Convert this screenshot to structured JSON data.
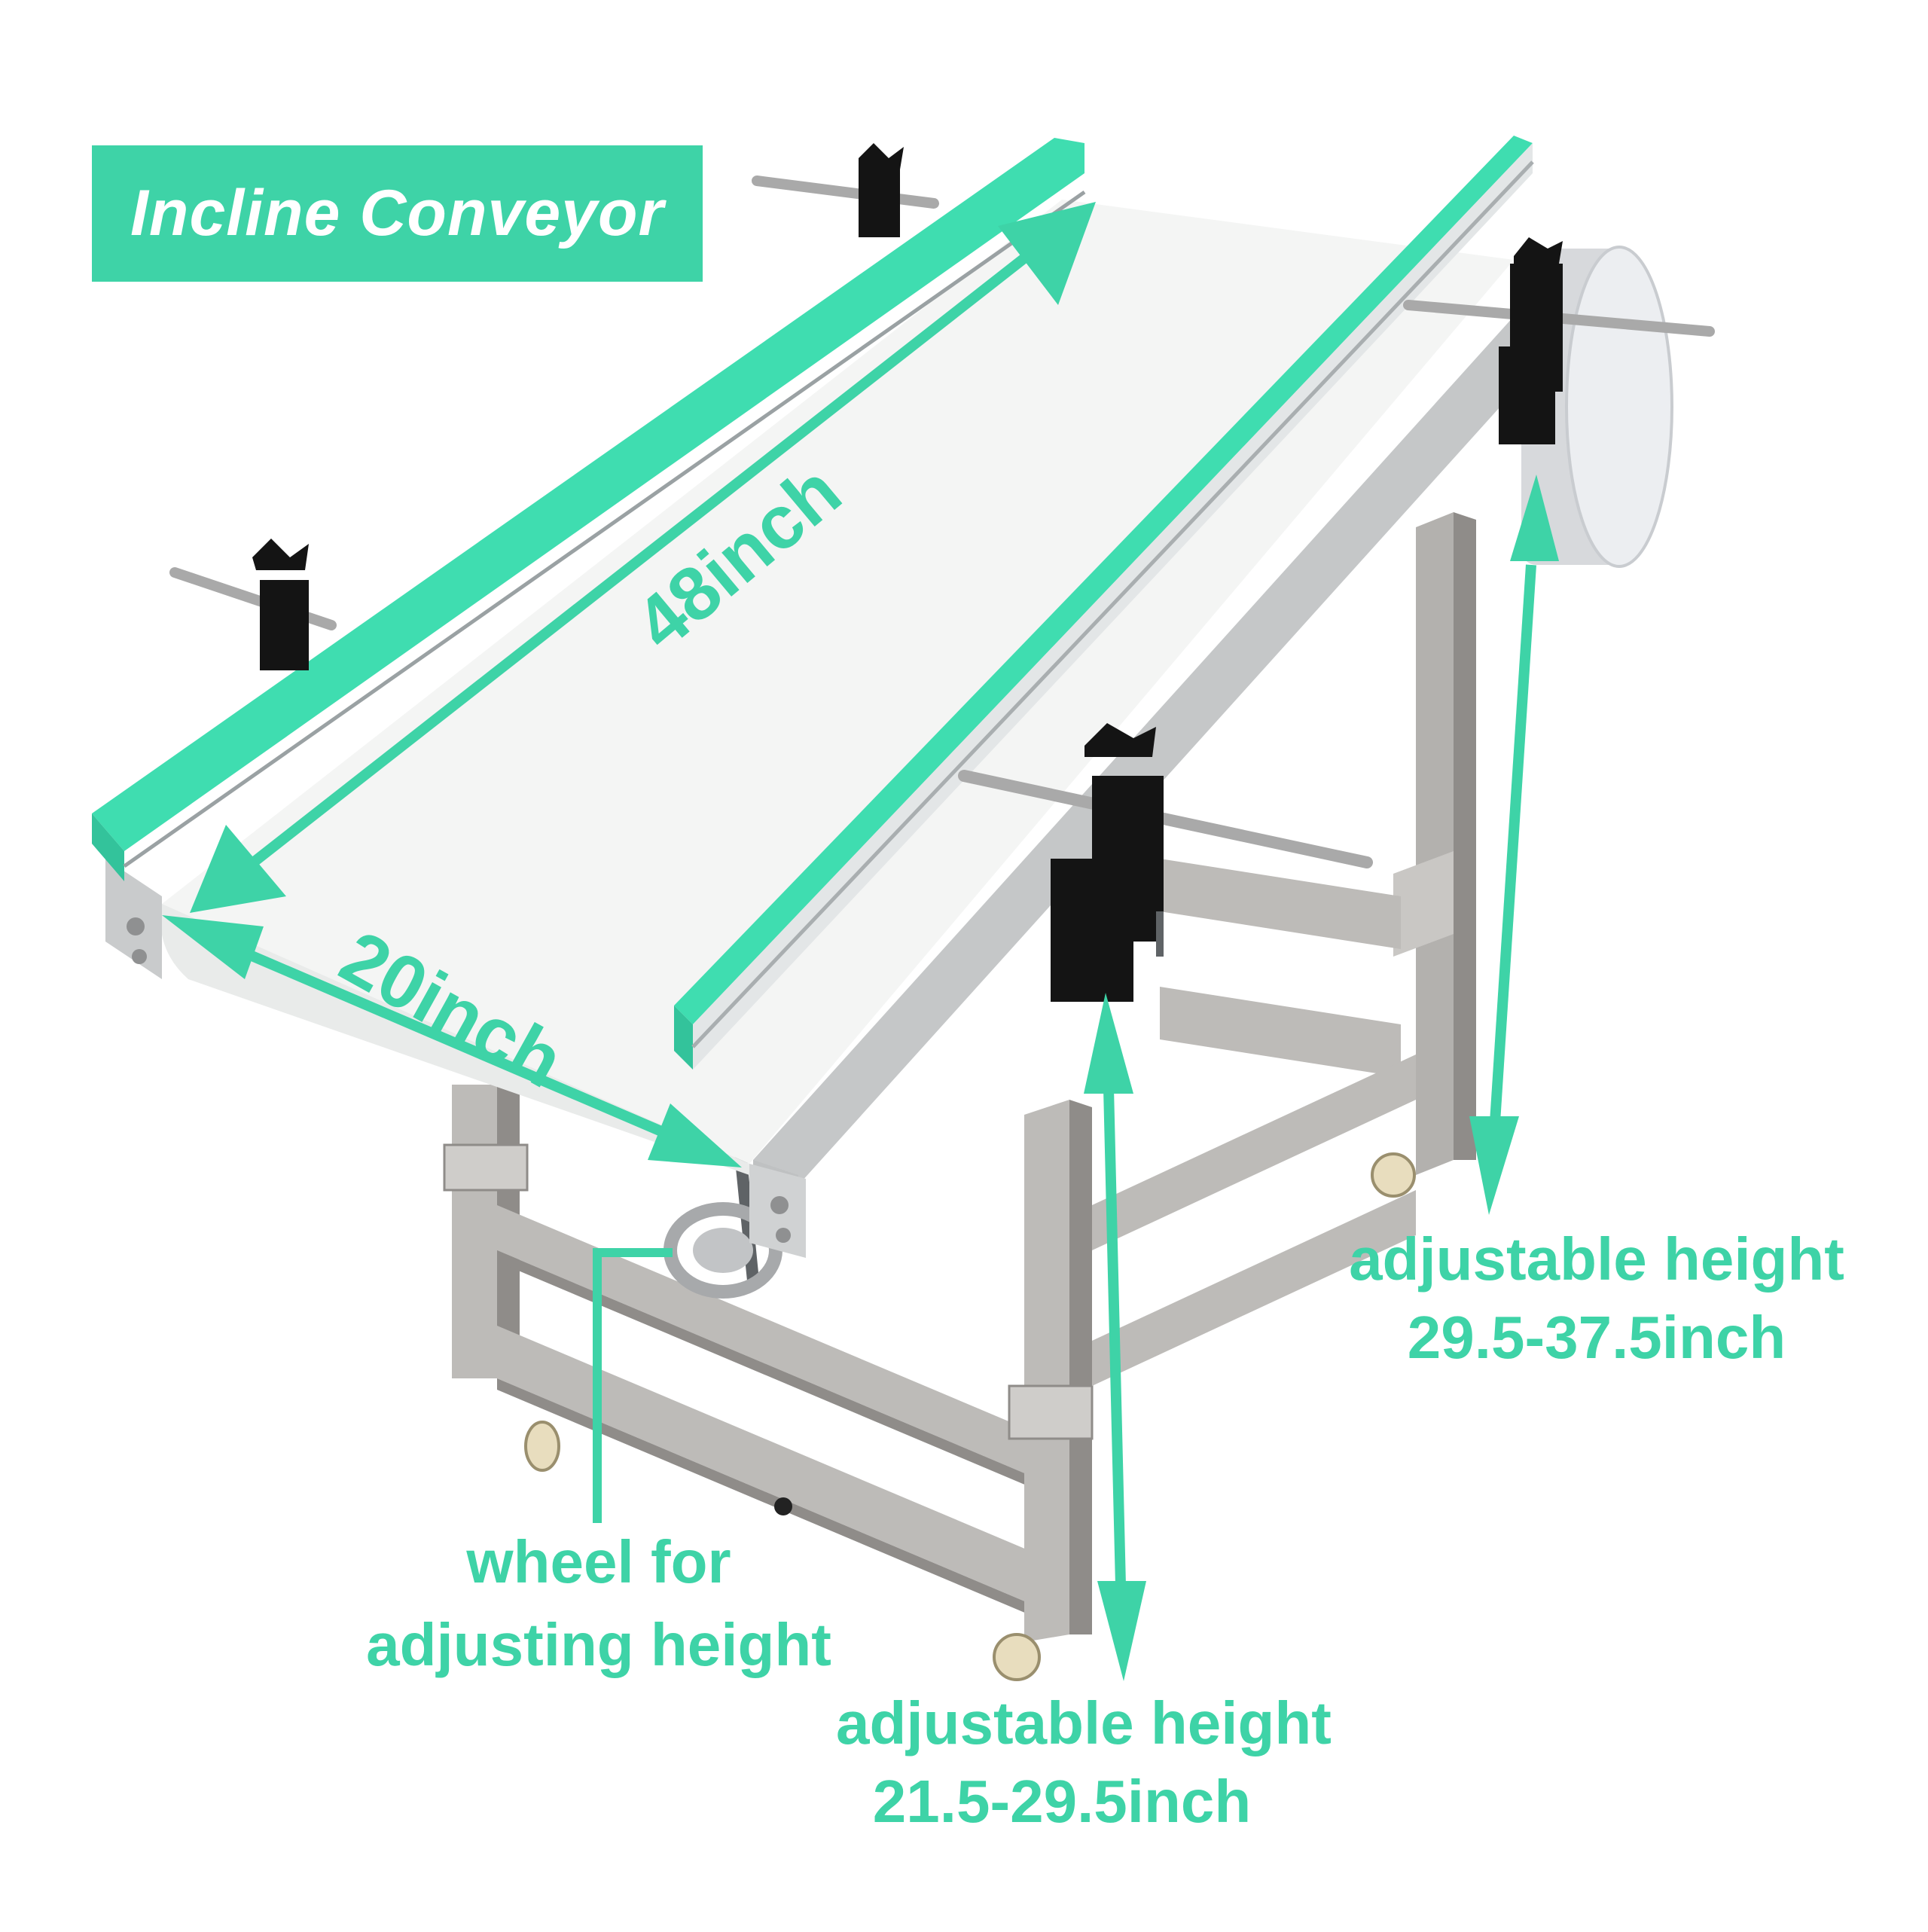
{
  "title": {
    "text": "Incline Conveyor"
  },
  "dimensions": {
    "length": "48inch",
    "width": "20inch"
  },
  "annotations": {
    "right_height": {
      "line1": "adjustable height",
      "line2": "29.5-37.5inch"
    },
    "mid_height": {
      "line1": "adjustable height",
      "line2": "21.5-29.5inch"
    },
    "wheel": {
      "line1": "wheel for",
      "line2": "adjusting height"
    }
  },
  "colors": {
    "accent": "#3ED3A7",
    "belt": "#F4F5F4",
    "frame": "#B9B7B4",
    "frame_dark": "#8F8C89",
    "knob": "#111111",
    "guard": "#3FDDB0",
    "motor": "#ECEEF1"
  }
}
